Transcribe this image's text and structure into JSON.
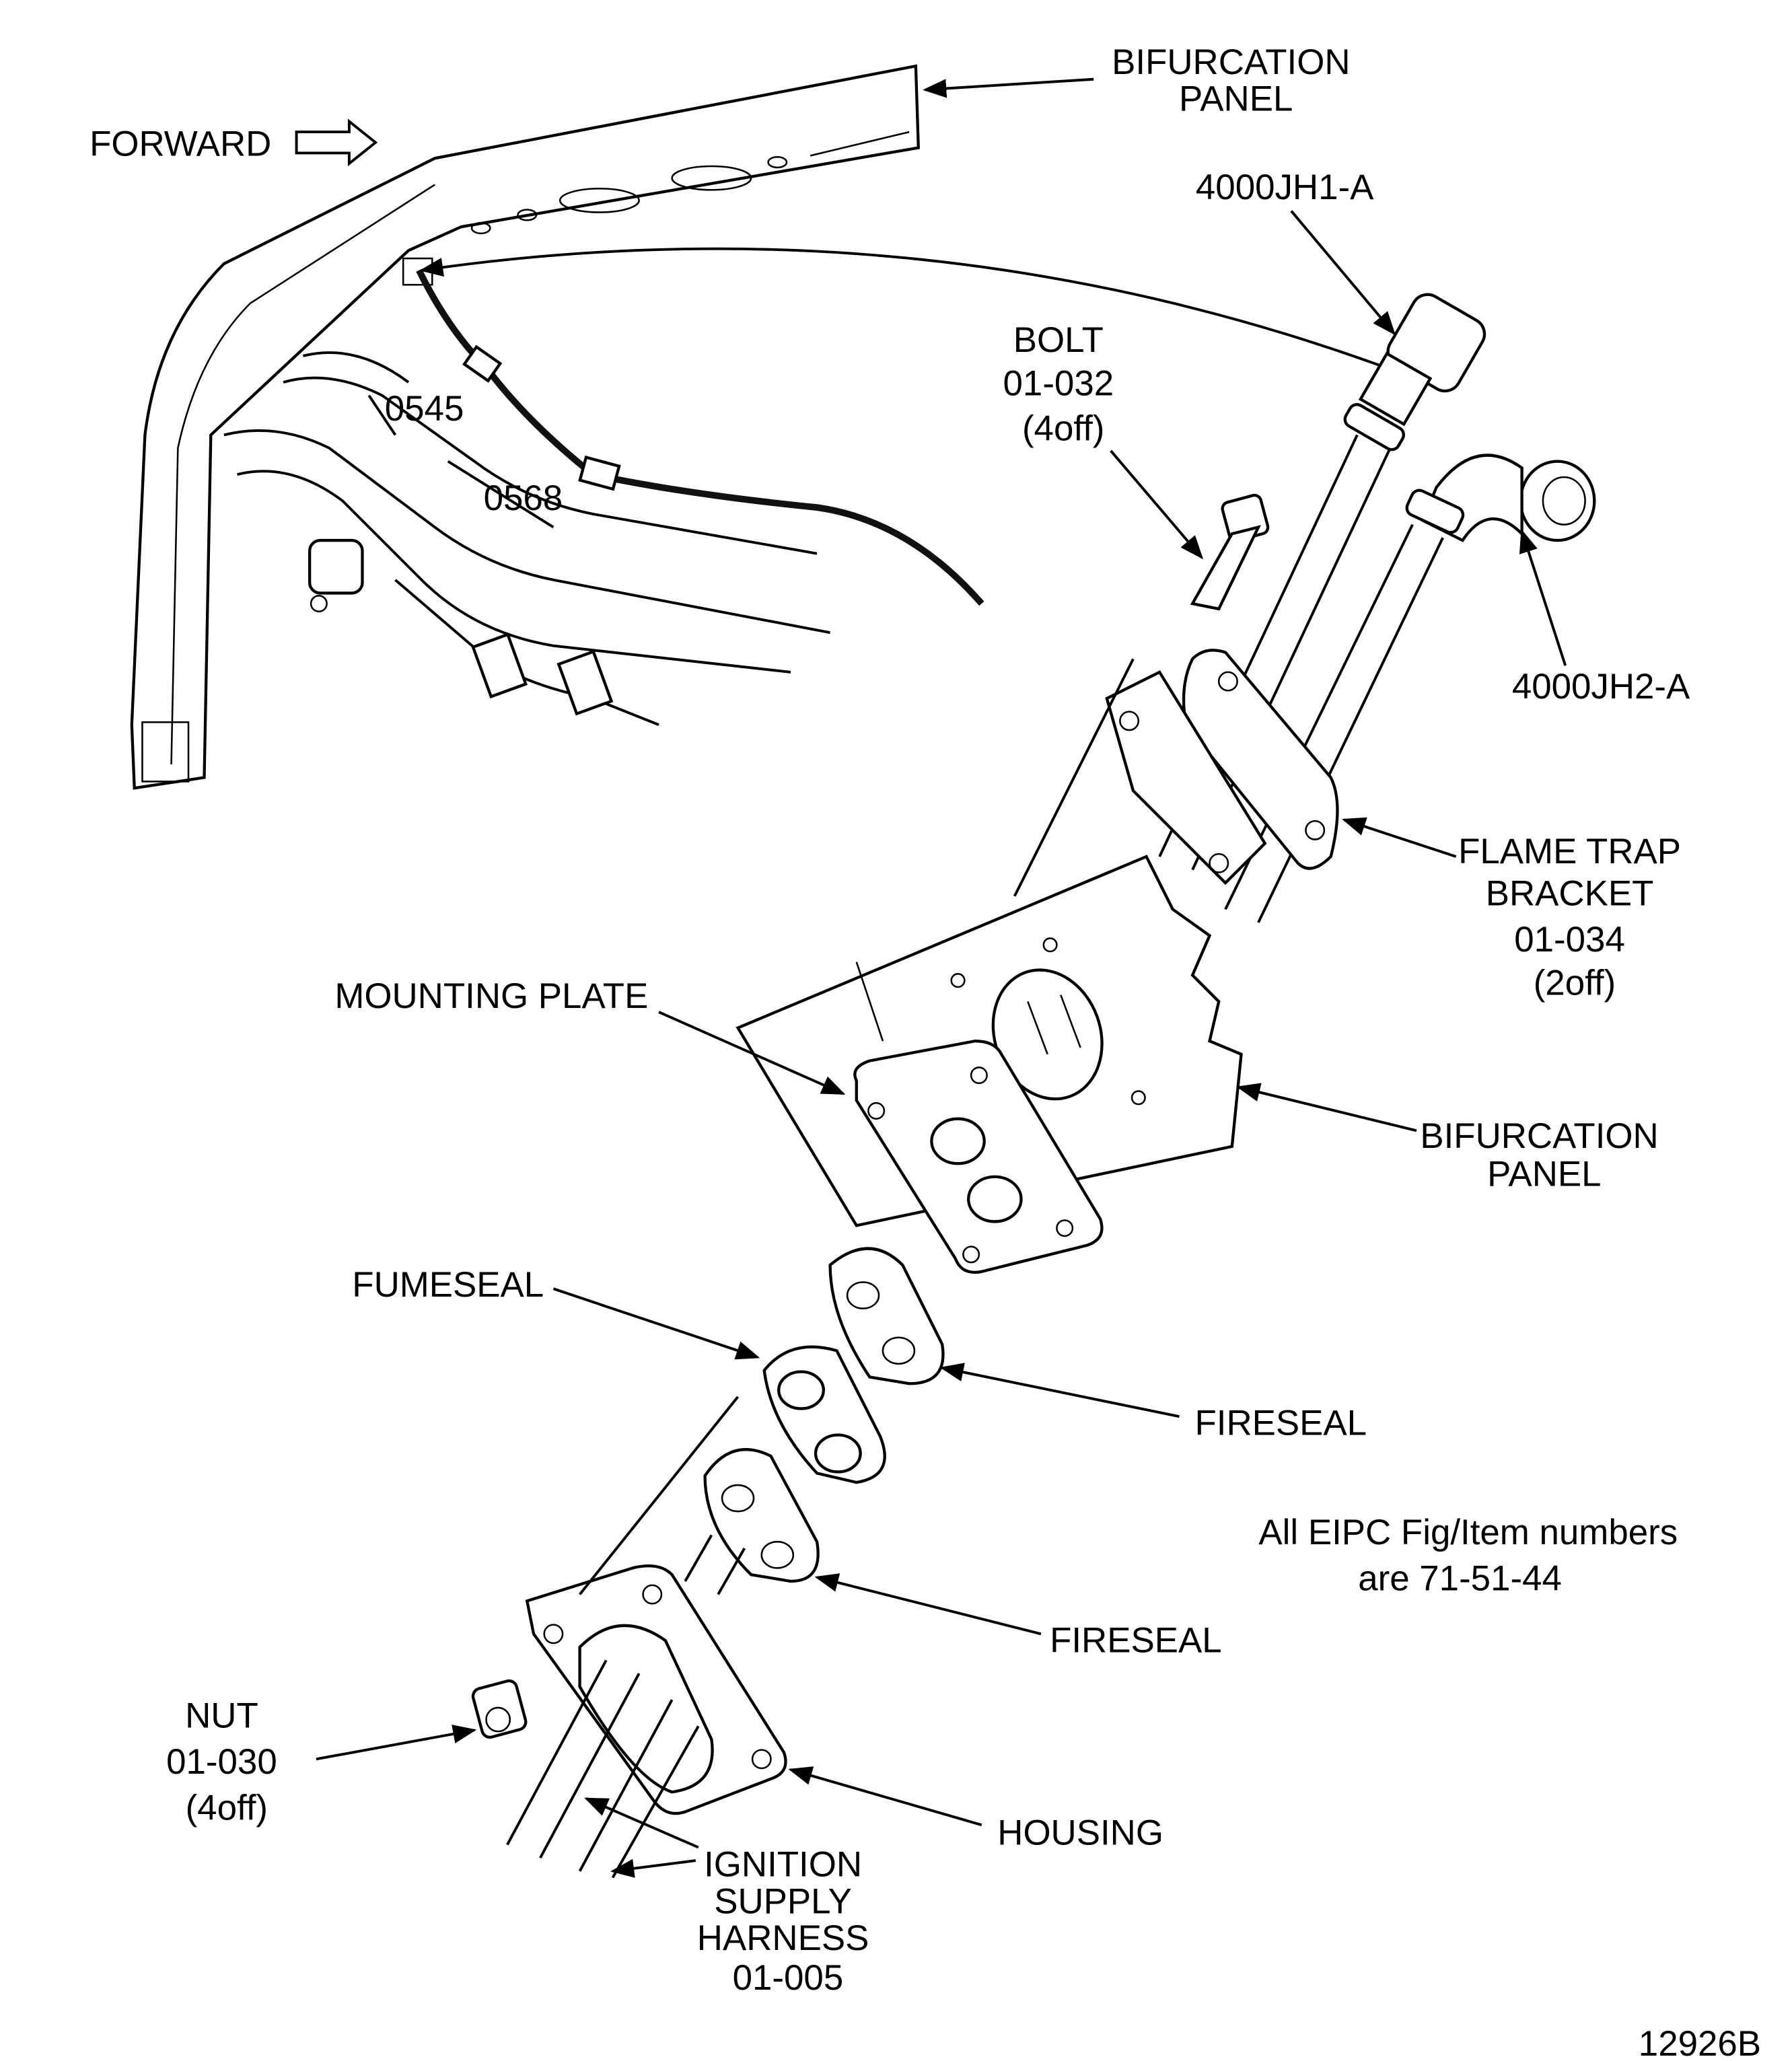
{
  "diagram": {
    "labels": {
      "forward": "FORWARD",
      "bifurcation_panel_top": [
        "BIFURCATION",
        "PANEL"
      ],
      "connector_1": "4000JH1-A",
      "bolt": [
        "BOLT",
        "01-032",
        "(4off)"
      ],
      "connector_2": "4000JH2-A",
      "ref_0545": "0545",
      "ref_0568": "0568",
      "flame_trap_bracket": [
        "FLAME TRAP",
        "BRACKET",
        "01-034",
        "(2off)"
      ],
      "mounting_plate": "MOUNTING PLATE",
      "bifurcation_panel_right": [
        "BIFURCATION",
        "PANEL"
      ],
      "fumeseal": "FUMESEAL",
      "fireseal_1": "FIRESEAL",
      "fireseal_2": "FIRESEAL",
      "note": [
        "All  EIPC  Fig/Item numbers",
        "are 71-51-44"
      ],
      "nut": [
        "NUT",
        "01-030",
        "(4off)"
      ],
      "housing": "HOUSING",
      "ignition_harness": [
        "IGNITION",
        "SUPPLY",
        "HARNESS",
        "01-005"
      ],
      "figure_number": "12926B"
    },
    "line_color": "#000000",
    "background": "#ffffff"
  }
}
